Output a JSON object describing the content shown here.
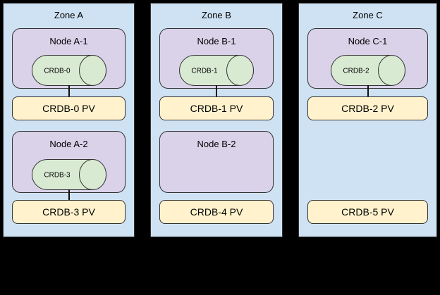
{
  "colors": {
    "background": "#000000",
    "zone_fill": "#cfe2f3",
    "node_fill": "#d9d2e9",
    "cylinder_fill": "#d9ead3",
    "pv_fill": "#fff2cc",
    "border": "#333333",
    "text": "#000000"
  },
  "zones": [
    {
      "label": "Zone A",
      "nodes": [
        {
          "label": "Node A-1",
          "cylinder": "CRDB-0"
        },
        {
          "label": "Node A-2",
          "cylinder": "CRDB-3"
        }
      ],
      "pvs": [
        {
          "label": "CRDB-0 PV"
        },
        {
          "label": "CRDB-3 PV"
        }
      ]
    },
    {
      "label": "Zone B",
      "nodes": [
        {
          "label": "Node B-1",
          "cylinder": "CRDB-1"
        },
        {
          "label": "Node B-2",
          "cylinder": null
        }
      ],
      "pvs": [
        {
          "label": "CRDB-1 PV"
        },
        {
          "label": "CRDB-4 PV"
        }
      ]
    },
    {
      "label": "Zone C",
      "nodes": [
        {
          "label": "Node C-1",
          "cylinder": "CRDB-2"
        }
      ],
      "pvs": [
        {
          "label": "CRDB-2 PV"
        },
        {
          "label": "CRDB-5 PV"
        }
      ]
    }
  ]
}
